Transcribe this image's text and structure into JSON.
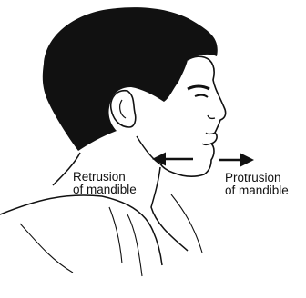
{
  "labels": {
    "retrusion": {
      "line1": "Retrusion",
      "line2": "of mandible"
    },
    "protrusion": {
      "line1": "Protrusion",
      "line2": "of mandible"
    }
  },
  "figure": {
    "subject": "head-and-shoulders profile facing right",
    "arrows": [
      "retrusion-arrow-left",
      "protrusion-arrow-right"
    ],
    "colors": {
      "ink": "#111111",
      "background": "#ffffff"
    }
  }
}
